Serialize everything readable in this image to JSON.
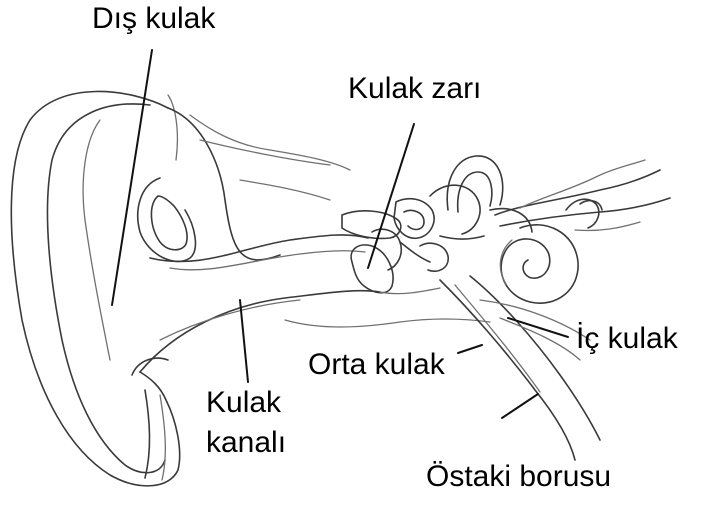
{
  "labels": {
    "dis_kulak": "Dış kulak",
    "kulak_zari": "Kulak zarı",
    "ic_kulak": "İç kulak",
    "orta_kulak": "Orta kulak",
    "kulak_kanali_1": "Kulak",
    "kulak_kanali_2": "kanalı",
    "ostaki_borusu": "Östaki borusu"
  },
  "colors": {
    "ink": "#3a3a3a",
    "label_text": "#000000",
    "background": "#ffffff"
  }
}
